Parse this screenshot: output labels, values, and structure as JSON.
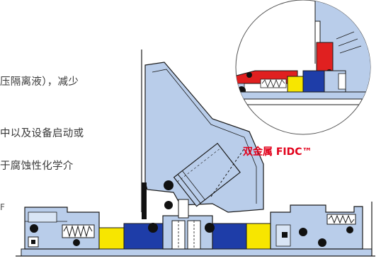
{
  "text_lines": [
    "压隔离液），减少",
    "中以及设备启动或",
    "于腐蚀性化学介",
    "F"
  ],
  "callout": "双金属 FIDC™",
  "colors": {
    "housing": "#b9cdea",
    "outline": "#1a1a1a",
    "seal_face_blue": "#1e3da8",
    "face_red": "#e02020",
    "face_yellow": "#f7e600",
    "callout_red": "#e2001a",
    "text": "#3a3a3a"
  }
}
